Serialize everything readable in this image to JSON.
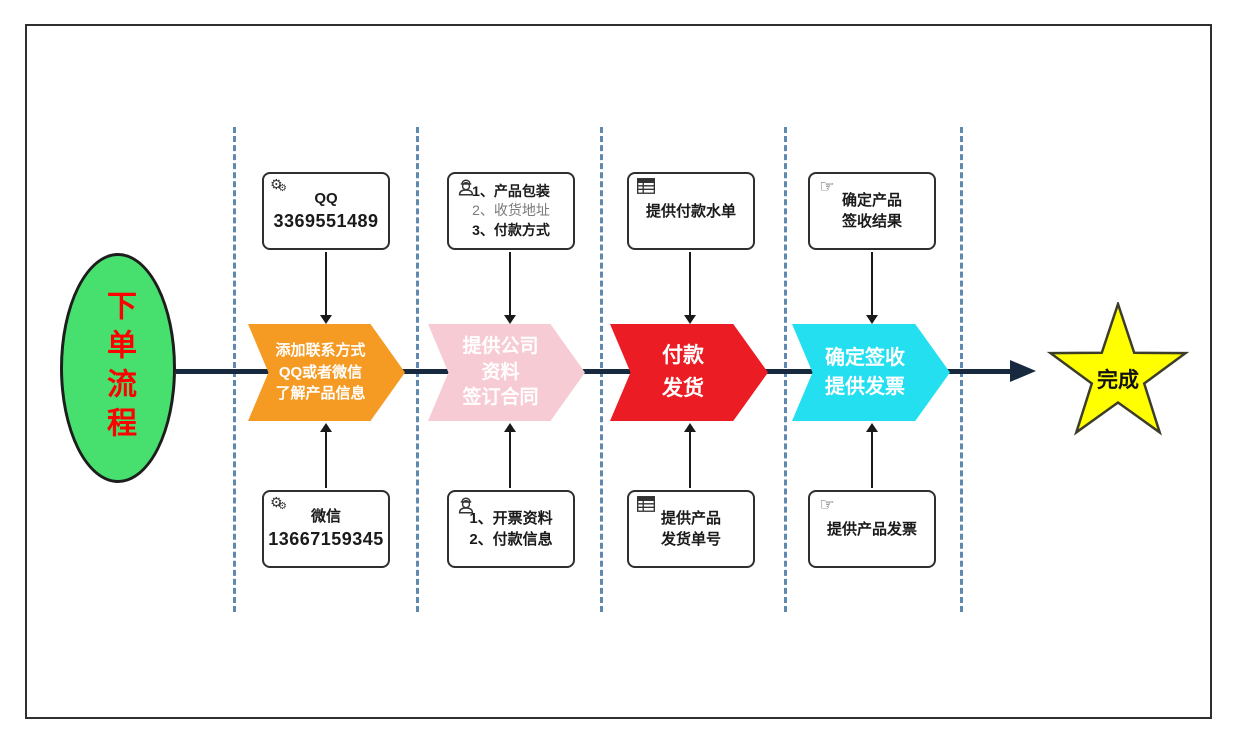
{
  "start": {
    "label": "下单流程"
  },
  "finish": {
    "label": "完成"
  },
  "stages": [
    {
      "name": "stage-contact",
      "color": "#F59A23",
      "lines": [
        "添加联系方式",
        "QQ或者微信",
        "了解产品信息"
      ]
    },
    {
      "name": "stage-contract",
      "color": "#F7CBD4",
      "lines": [
        "提供公司",
        "资料",
        "签订合同"
      ]
    },
    {
      "name": "stage-payment",
      "color": "#EB1C24",
      "lines": [
        "付款",
        "发货"
      ]
    },
    {
      "name": "stage-receipt",
      "color": "#24DFF0",
      "lines": [
        "确定签收",
        "提供发票"
      ]
    }
  ],
  "top_notes": [
    {
      "icon": "gears-icon",
      "lines": [
        "QQ",
        "3369551489"
      ]
    },
    {
      "icon": "worker-icon",
      "lines": [
        "1、产品包装",
        "2、收货地址",
        "3、付款方式"
      ]
    },
    {
      "icon": "table-icon",
      "lines": [
        "提供付款水单"
      ]
    },
    {
      "icon": "pointing-hand-icon",
      "lines": [
        "确定产品",
        "签收结果"
      ]
    }
  ],
  "bottom_notes": [
    {
      "icon": "gears-icon",
      "lines": [
        "微信",
        "13667159345"
      ]
    },
    {
      "icon": "worker-icon",
      "lines": [
        "1、开票资料",
        "2、付款信息"
      ]
    },
    {
      "icon": "table-icon",
      "lines": [
        "提供产品",
        "发货单号"
      ]
    },
    {
      "icon": "pointing-hand-icon",
      "lines": [
        "提供产品发票"
      ]
    }
  ],
  "icon_glyphs": {
    "gear": "⚙",
    "hand": "☞"
  },
  "colors": {
    "start_fill": "#47DF6E",
    "start_text": "#FF0000",
    "stage_contact": "#F59A23",
    "stage_contract": "#F7CBD4",
    "stage_payment": "#EB1C24",
    "stage_receipt": "#24DFF0",
    "finish_fill": "#FFFF00",
    "main_line": "#16293F",
    "lane_divider": "#6089B0"
  }
}
